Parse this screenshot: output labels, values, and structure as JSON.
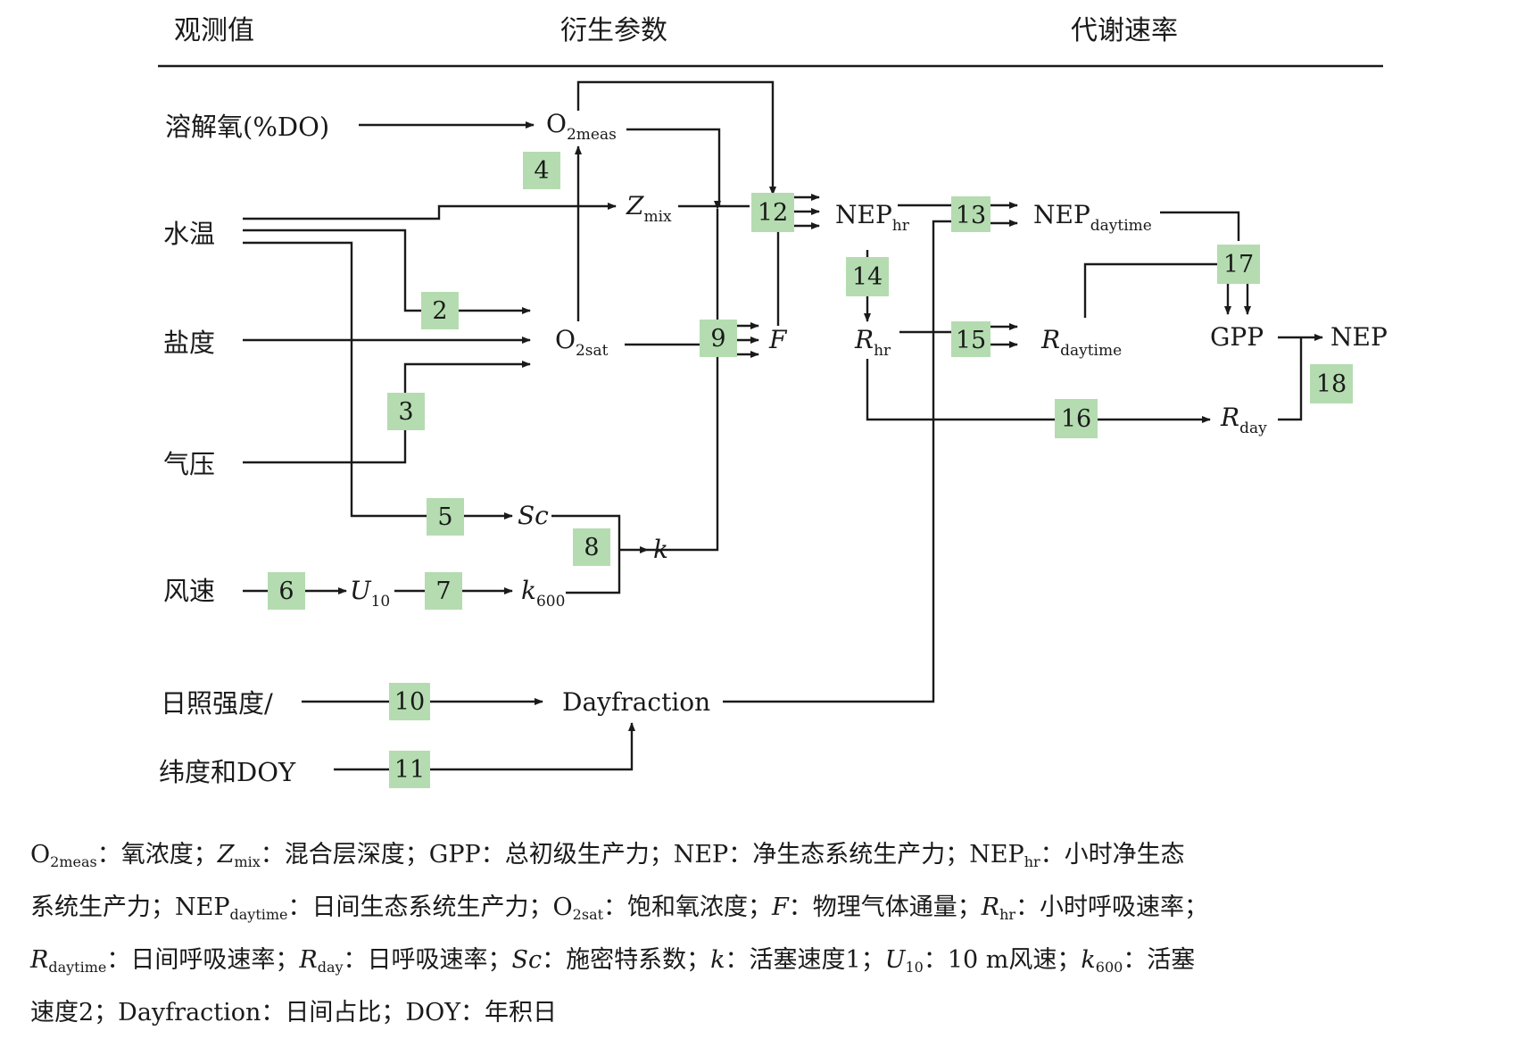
{
  "headers": {
    "observed": "观测值",
    "derived": "衍生参数",
    "rates": "代谢速率"
  },
  "observed": {
    "do": "溶解氧(%DO)",
    "temp": "水温",
    "salinity": "盐度",
    "pressure": "气压",
    "wind": "风速",
    "light": "日照强度/",
    "lat_doy": "纬度和DOY"
  },
  "vars": {
    "o2meas": {
      "base": "O",
      "sub": "2meas"
    },
    "zmix": {
      "base": "Z",
      "sub": "mix"
    },
    "o2sat": {
      "base": "O",
      "sub": "2sat"
    },
    "f": "F",
    "sc": "Sc",
    "k": "k",
    "u10": {
      "base": "U",
      "sub": "10"
    },
    "k600": {
      "base": "k",
      "sub": "600"
    },
    "dayfraction": "Dayfraction",
    "nephr": {
      "base": "NEP",
      "sub": "hr"
    },
    "nepday": {
      "base": "NEP",
      "sub": "daytime"
    },
    "rhr": {
      "base": "R",
      "sub": "hr"
    },
    "rdaytime": {
      "base": "R",
      "sub": "daytime"
    },
    "rday": {
      "base": "R",
      "sub": "day"
    },
    "gpp": "GPP",
    "nep": "NEP"
  },
  "steps": [
    "2",
    "3",
    "4",
    "5",
    "6",
    "7",
    "8",
    "9",
    "10",
    "11",
    "12",
    "13",
    "14",
    "15",
    "16",
    "17",
    "18"
  ],
  "caption": {
    "line1": {
      "a": "O",
      "a_sub": "2meas",
      "b": "：氧浓度；",
      "c": "Z",
      "c_sub": "mix",
      "d": "：混合层深度；GPP：总初级生产力；NEP：净生态系统生产力；NEP",
      "d_sub": "hr",
      "e": "：小时净生态"
    },
    "line2": {
      "a": "系统生产力；NEP",
      "a_sub": "daytime",
      "b": "：日间生态系统生产力；O",
      "b_sub": "2sat",
      "c": "：饱和氧浓度；",
      "d": "F",
      "e": "：物理气体通量；",
      "f": "R",
      "f_sub": "hr",
      "g": "：小时呼吸速率；"
    },
    "line3": {
      "a": "R",
      "a_sub": "daytime",
      "b": "：日间呼吸速率；",
      "c": "R",
      "c_sub": "day",
      "d": "：日呼吸速率；",
      "e": "Sc",
      "f": "：施密特系数；",
      "g": "k",
      "h": "：活塞速度1；",
      "i": "U",
      "i_sub": "10",
      "j": "：10 m风速；",
      "k": "k",
      "k_sub": "600",
      "l": "：活塞"
    },
    "line4": "速度2；Dayfraction：日间占比；DOY：年积日"
  }
}
